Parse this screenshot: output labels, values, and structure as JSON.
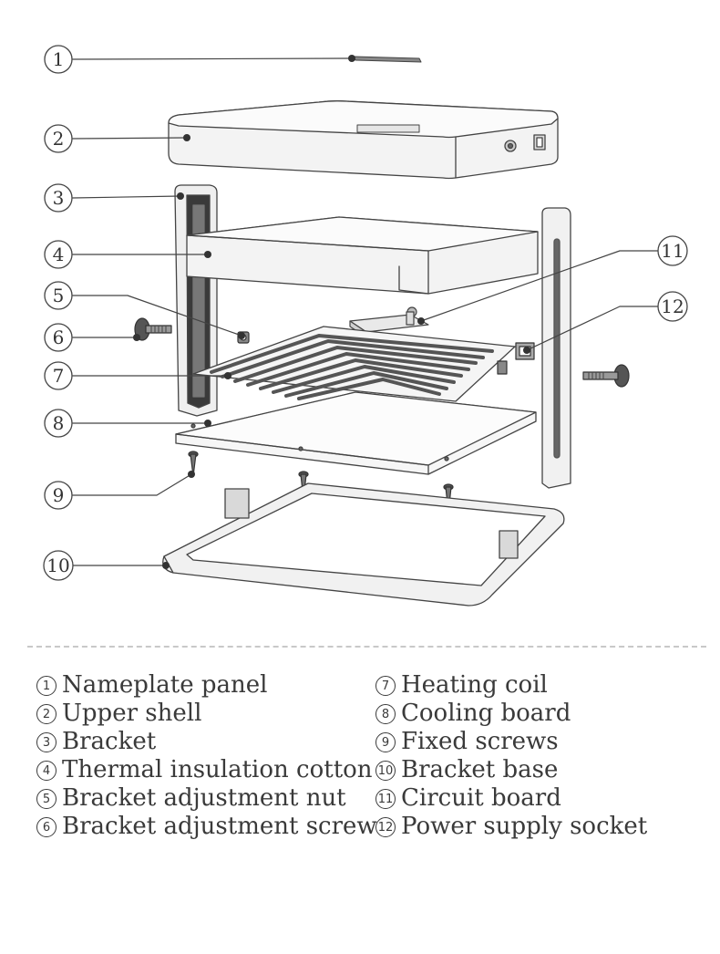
{
  "callouts": [
    "1",
    "2",
    "3",
    "4",
    "5",
    "6",
    "7",
    "8",
    "9",
    "10",
    "11",
    "12"
  ],
  "legend": {
    "left": [
      {
        "num": "1",
        "label": "Nameplate panel"
      },
      {
        "num": "2",
        "label": "Upper shell"
      },
      {
        "num": "3",
        "label": "Bracket"
      },
      {
        "num": "4",
        "label": "Thermal insulation cotton"
      },
      {
        "num": "5",
        "label": "Bracket adjustment nut"
      },
      {
        "num": "6",
        "label": "Bracket adjustment screw"
      }
    ],
    "right": [
      {
        "num": "7",
        "label": "Heating coil"
      },
      {
        "num": "8",
        "label": "Cooling board"
      },
      {
        "num": "9",
        "label": "Fixed screws"
      },
      {
        "num": "10",
        "label": "Bracket base"
      },
      {
        "num": "11",
        "label": "Circuit board"
      },
      {
        "num": "12",
        "label": "Power supply socket"
      }
    ]
  }
}
